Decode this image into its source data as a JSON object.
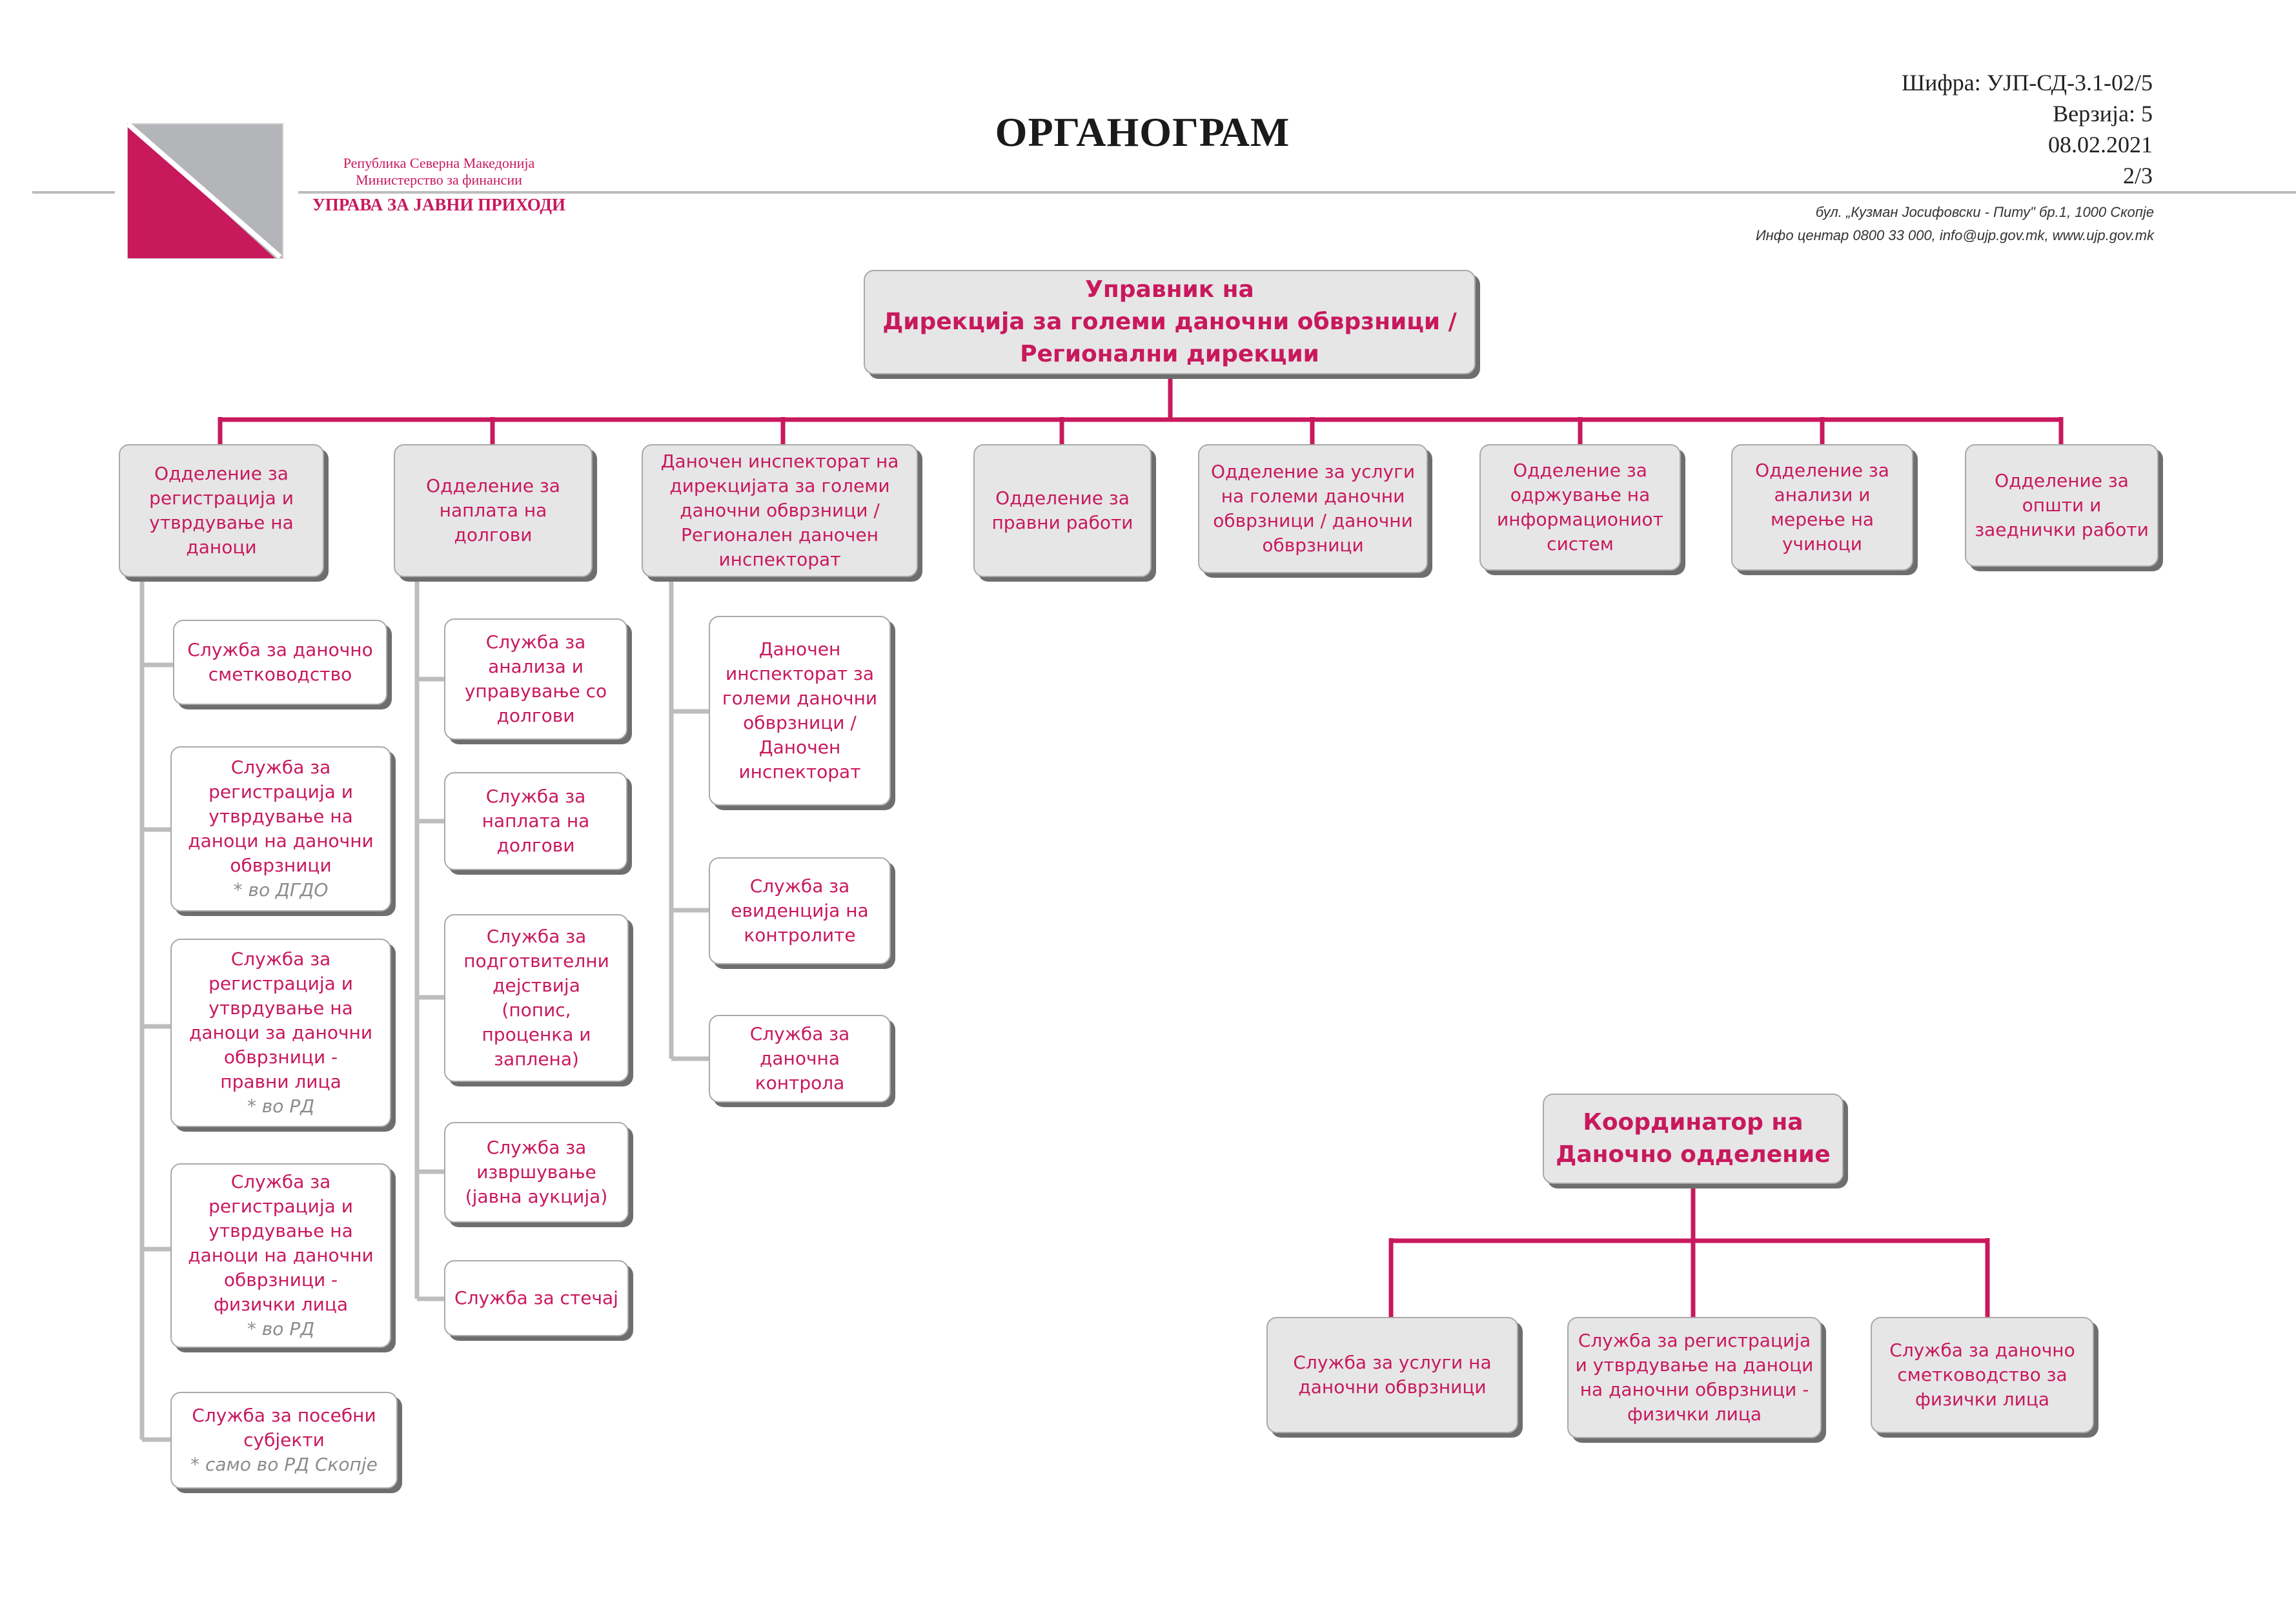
{
  "header": {
    "title": "ОРГАНОГРАМ",
    "org_line1": "Република Северна Македонија",
    "org_line2": "Министерство за финансии",
    "org_line3": "УПРАВА ЗА ЈАВНИ ПРИХОДИ",
    "doc_code": "Шифра: УЈП-СД-3.1-02/5",
    "version": "Верзија: 5",
    "date": "08.02.2021",
    "page": "2/3",
    "address": "бул. „Кузман Јосифовски - Питу\" бр.1, 1000 Скопје",
    "contact": "Инфо центар 0800 33 000, info@ujp.gov.mk, www.ujp.gov.mk"
  },
  "colors": {
    "accent": "#c8195d",
    "box_fill": "#e6e6e6",
    "shadow": "#6e6e6e",
    "connector_sub": "#bdbdbd",
    "logo_gray": "#b3b5b8"
  },
  "director": {
    "lines": [
      "Управник на",
      "Дирекција за големи даночни обврзници /",
      "Регионални дирекции"
    ]
  },
  "departments": [
    {
      "lines": [
        "Одделение за",
        "регистрација и",
        "утврдување на",
        "даноци"
      ]
    },
    {
      "lines": [
        "Одделение за",
        "наплата на",
        "долгови"
      ]
    },
    {
      "lines": [
        "Даночен инспекторат на",
        "дирекцијата за големи",
        "даночни обврзници /",
        "Регионален даночен",
        "инспекторат"
      ]
    },
    {
      "lines": [
        "Одделение за",
        "правни работи"
      ]
    },
    {
      "lines": [
        "Одделение за услуги",
        "на големи даночни",
        "обврзници / даночни",
        "обврзници"
      ]
    },
    {
      "lines": [
        "Одделение за",
        "одржување на",
        "информациониот",
        "систем"
      ]
    },
    {
      "lines": [
        "Одделение за",
        "анализи и",
        "мерење на",
        "учиноци"
      ]
    },
    {
      "lines": [
        "Одделение за",
        "општи и",
        "заеднички работи"
      ]
    }
  ],
  "services_registration": [
    {
      "lines": [
        "Служба за даночно",
        "сметководство"
      ]
    },
    {
      "lines": [
        "Служба за",
        "регистрација и",
        "утврдување на",
        "даноци на даночни",
        "обврзници"
      ],
      "note": "* во ДГДО"
    },
    {
      "lines": [
        "Служба за",
        "регистрација и",
        "утврдување на",
        "даноци за даночни",
        "обврзници -",
        "правни лица"
      ],
      "note": "* во РД"
    },
    {
      "lines": [
        "Служба за",
        "регистрација и",
        "утврдување на",
        "даноци на даночни",
        "обврзници -",
        "физички лица"
      ],
      "note": "* во РД"
    },
    {
      "lines": [
        "Служба за посебни",
        "субјекти"
      ],
      "note": "* само во РД Скопје"
    }
  ],
  "services_collection": [
    {
      "lines": [
        "Служба за",
        "анализа и",
        "управување со",
        "долгови"
      ]
    },
    {
      "lines": [
        "Служба за",
        "наплата на",
        "долгови"
      ]
    },
    {
      "lines": [
        "Служба за",
        "подготвителни",
        "дејствија",
        "(попис,",
        "проценка и",
        "заплена)"
      ]
    },
    {
      "lines": [
        "Служба за",
        "извршување",
        "(јавна аукција)"
      ]
    },
    {
      "lines": [
        "Служба за стечај"
      ]
    }
  ],
  "services_inspectorate": [
    {
      "lines": [
        "Даночен",
        "инспекторат за",
        "големи даночни",
        "обврзници /",
        "Даночен",
        "инспекторат"
      ]
    },
    {
      "lines": [
        "Служба за",
        "евиденција на",
        "контролите"
      ]
    },
    {
      "lines": [
        "Служба за",
        "даночна",
        "контрола"
      ]
    }
  ],
  "coordinator": {
    "lines": [
      "Координатор на",
      "Даночно одделение"
    ]
  },
  "coordinator_services": [
    {
      "lines": [
        "Служба за услуги на",
        "даночни обврзници"
      ]
    },
    {
      "lines": [
        "Служба за регистрација",
        "и утврдување на даноци",
        "на даночни обврзници -",
        "физички лица"
      ]
    },
    {
      "lines": [
        "Служба за даночно",
        "сметководство за",
        "физички лица"
      ]
    }
  ]
}
